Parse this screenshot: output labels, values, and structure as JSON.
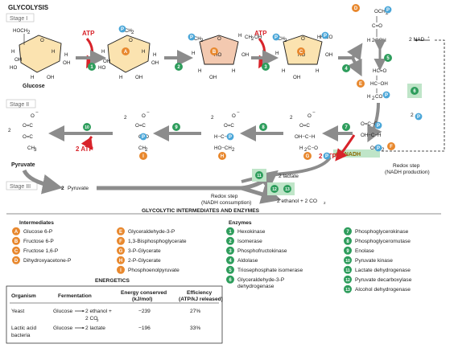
{
  "title": "GLYCOLYSIS",
  "stages": [
    "Stage I",
    "Stage II",
    "Stage III"
  ],
  "molecules": {
    "glucose": "Glucose",
    "pyruvate": "Pyruvate",
    "two_pyruvate_bold": "2",
    "two_pyruvate": "Pyruvate",
    "lactate": "2 lactate",
    "ethanol": "2 ethanol + 2 CO",
    "co2_sub": "2"
  },
  "cofactors": {
    "atp1": "ATP",
    "atp2": "ATP",
    "atp_out1": "2 ATP",
    "atp_out2": "2 ATP",
    "nad": "2 NAD",
    "nadh": "+ 2 NADH",
    "two_pi": "2"
  },
  "notes": {
    "redox_production": [
      "Redox step",
      "(NADH production)"
    ],
    "redox_consumption": [
      "Redox step",
      "(NADH consumption)"
    ]
  },
  "enzyme_numbers": [
    "1",
    "2",
    "3",
    "4",
    "5",
    "6",
    "7",
    "8",
    "9",
    "10",
    "11",
    "12",
    "13"
  ],
  "intermediate_letters": [
    "A",
    "B",
    "C",
    "D",
    "E",
    "F",
    "G",
    "H",
    "I"
  ],
  "legend": {
    "title": "GLYCOLYTIC INTERMEDIATES AND ENZYMES",
    "intermediates_header": "Intermediates",
    "enzymes_header": "Enzymes",
    "intermediates": [
      {
        "key": "A",
        "name": "Glucose 6-P"
      },
      {
        "key": "B",
        "name": "Fructose 6-P"
      },
      {
        "key": "C",
        "name": "Fructose 1,6-P"
      },
      {
        "key": "D",
        "name": "Dihydroxyacetone-P"
      },
      {
        "key": "E",
        "name": "Glyceraldehyde-3-P"
      },
      {
        "key": "F",
        "name": "1,3-Bisphosphoglycerate"
      },
      {
        "key": "G",
        "name": "3-P-Glycerate"
      },
      {
        "key": "H",
        "name": "2-P-Glycerate"
      },
      {
        "key": "I",
        "name": "Phosphoenolpyruvate"
      }
    ],
    "enzymes": [
      {
        "key": "1",
        "name": "Hexokinase"
      },
      {
        "key": "2",
        "name": "Isomerase"
      },
      {
        "key": "3",
        "name": "Phosphofructokinase"
      },
      {
        "key": "4",
        "name": "Aldolase"
      },
      {
        "key": "5",
        "name": "Triosephosphate isomerase"
      },
      {
        "key": "6",
        "name": "Glyceraldehyde-3-P dehydrogenase"
      },
      {
        "key": "7",
        "name": "Phosphoglycerokinase"
      },
      {
        "key": "8",
        "name": "Phosphoglyceromutase"
      },
      {
        "key": "9",
        "name": "Enolase"
      },
      {
        "key": "10",
        "name": "Pyruvate kinase"
      },
      {
        "key": "11",
        "name": "Lactate dehydrogenase"
      },
      {
        "key": "12",
        "name": "Pyruvate decarboxylase"
      },
      {
        "key": "13",
        "name": "Alcohol dehydrogenase"
      }
    ]
  },
  "energetics": {
    "title": "ENERGETICS",
    "headers": [
      "Organism",
      "Fermentation",
      "Energy conserved (kJ/mol)",
      "Efficiency (ATP/kJ released)"
    ],
    "rows": [
      {
        "organism": "Yeast",
        "substrate": "Glucose",
        "products": [
          "2 ethanol +",
          "2 CO"
        ],
        "energy": "−239",
        "efficiency": "27%"
      },
      {
        "organism": "Lactic acid bacteria",
        "substrate": "Glucose",
        "products": [
          "2 lactate"
        ],
        "energy": "−196",
        "efficiency": "33%"
      }
    ]
  },
  "colors": {
    "enzyme_green": "#2e9d5c",
    "intermediate_orange": "#e8882e",
    "phosphate_blue": "#4aa6d8",
    "atp_red": "#d8232a",
    "arrow_gray": "#8c8c8c",
    "ring_fill": "#fbe3b0",
    "nadh_gold": "#b68a00",
    "highlight_green": "#bfe5c8"
  }
}
